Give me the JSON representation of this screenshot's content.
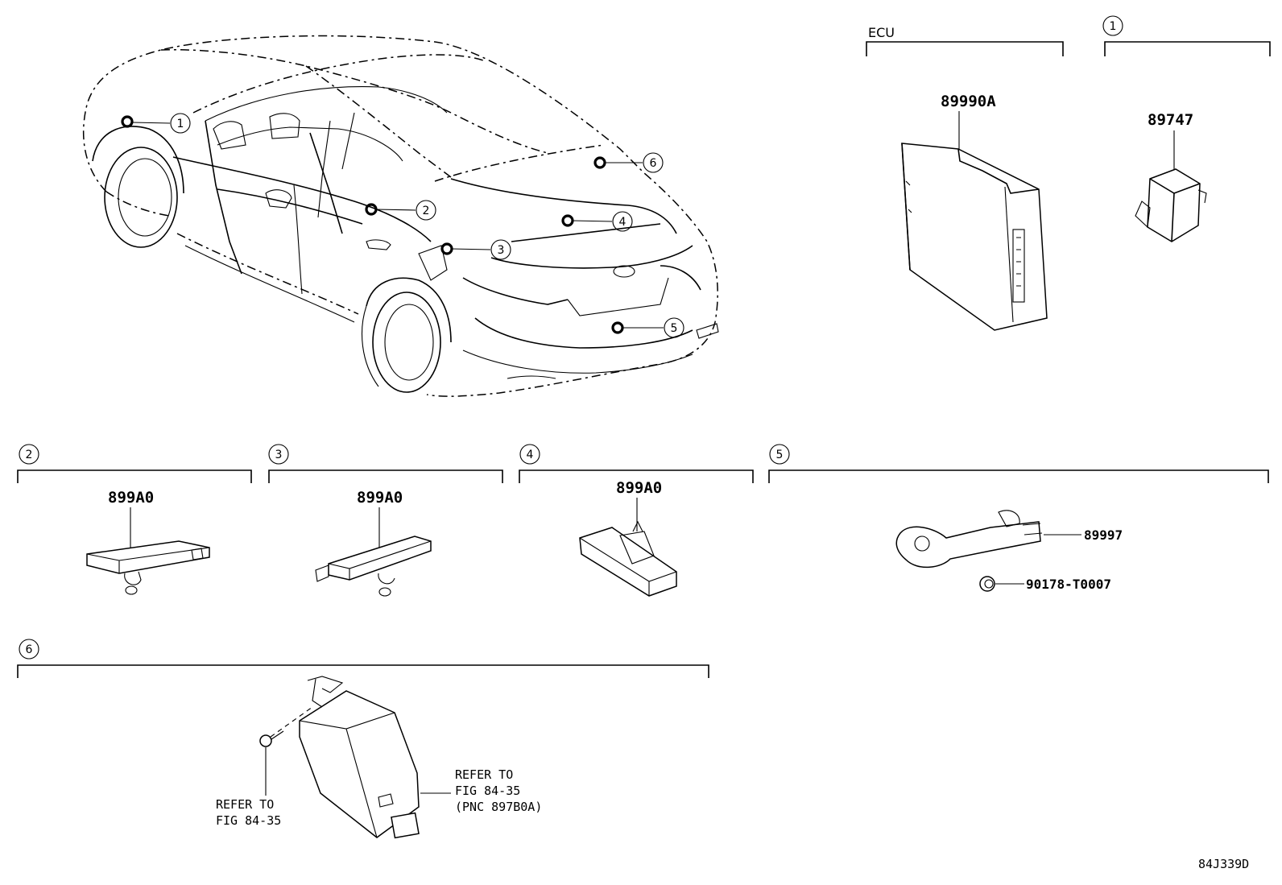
{
  "ecu_section": {
    "label": "ECU",
    "part": "89990A"
  },
  "callout_labels": [
    "1",
    "2",
    "3",
    "4",
    "5",
    "6"
  ],
  "section_1": {
    "num": "1",
    "part": "89747"
  },
  "section_2": {
    "num": "2",
    "part": "899A0"
  },
  "section_3": {
    "num": "3",
    "part": "899A0"
  },
  "section_4": {
    "num": "4",
    "part": "899A0"
  },
  "section_5": {
    "num": "5",
    "part_main": "89997",
    "part_clip": "90178-T0007"
  },
  "section_6": {
    "num": "6",
    "refer_left": [
      "REFER TO",
      "FIG 84-35"
    ],
    "refer_right": [
      "REFER TO",
      "FIG 84-35",
      "(PNC 897B0A)"
    ]
  },
  "figure_code": "84J339D"
}
